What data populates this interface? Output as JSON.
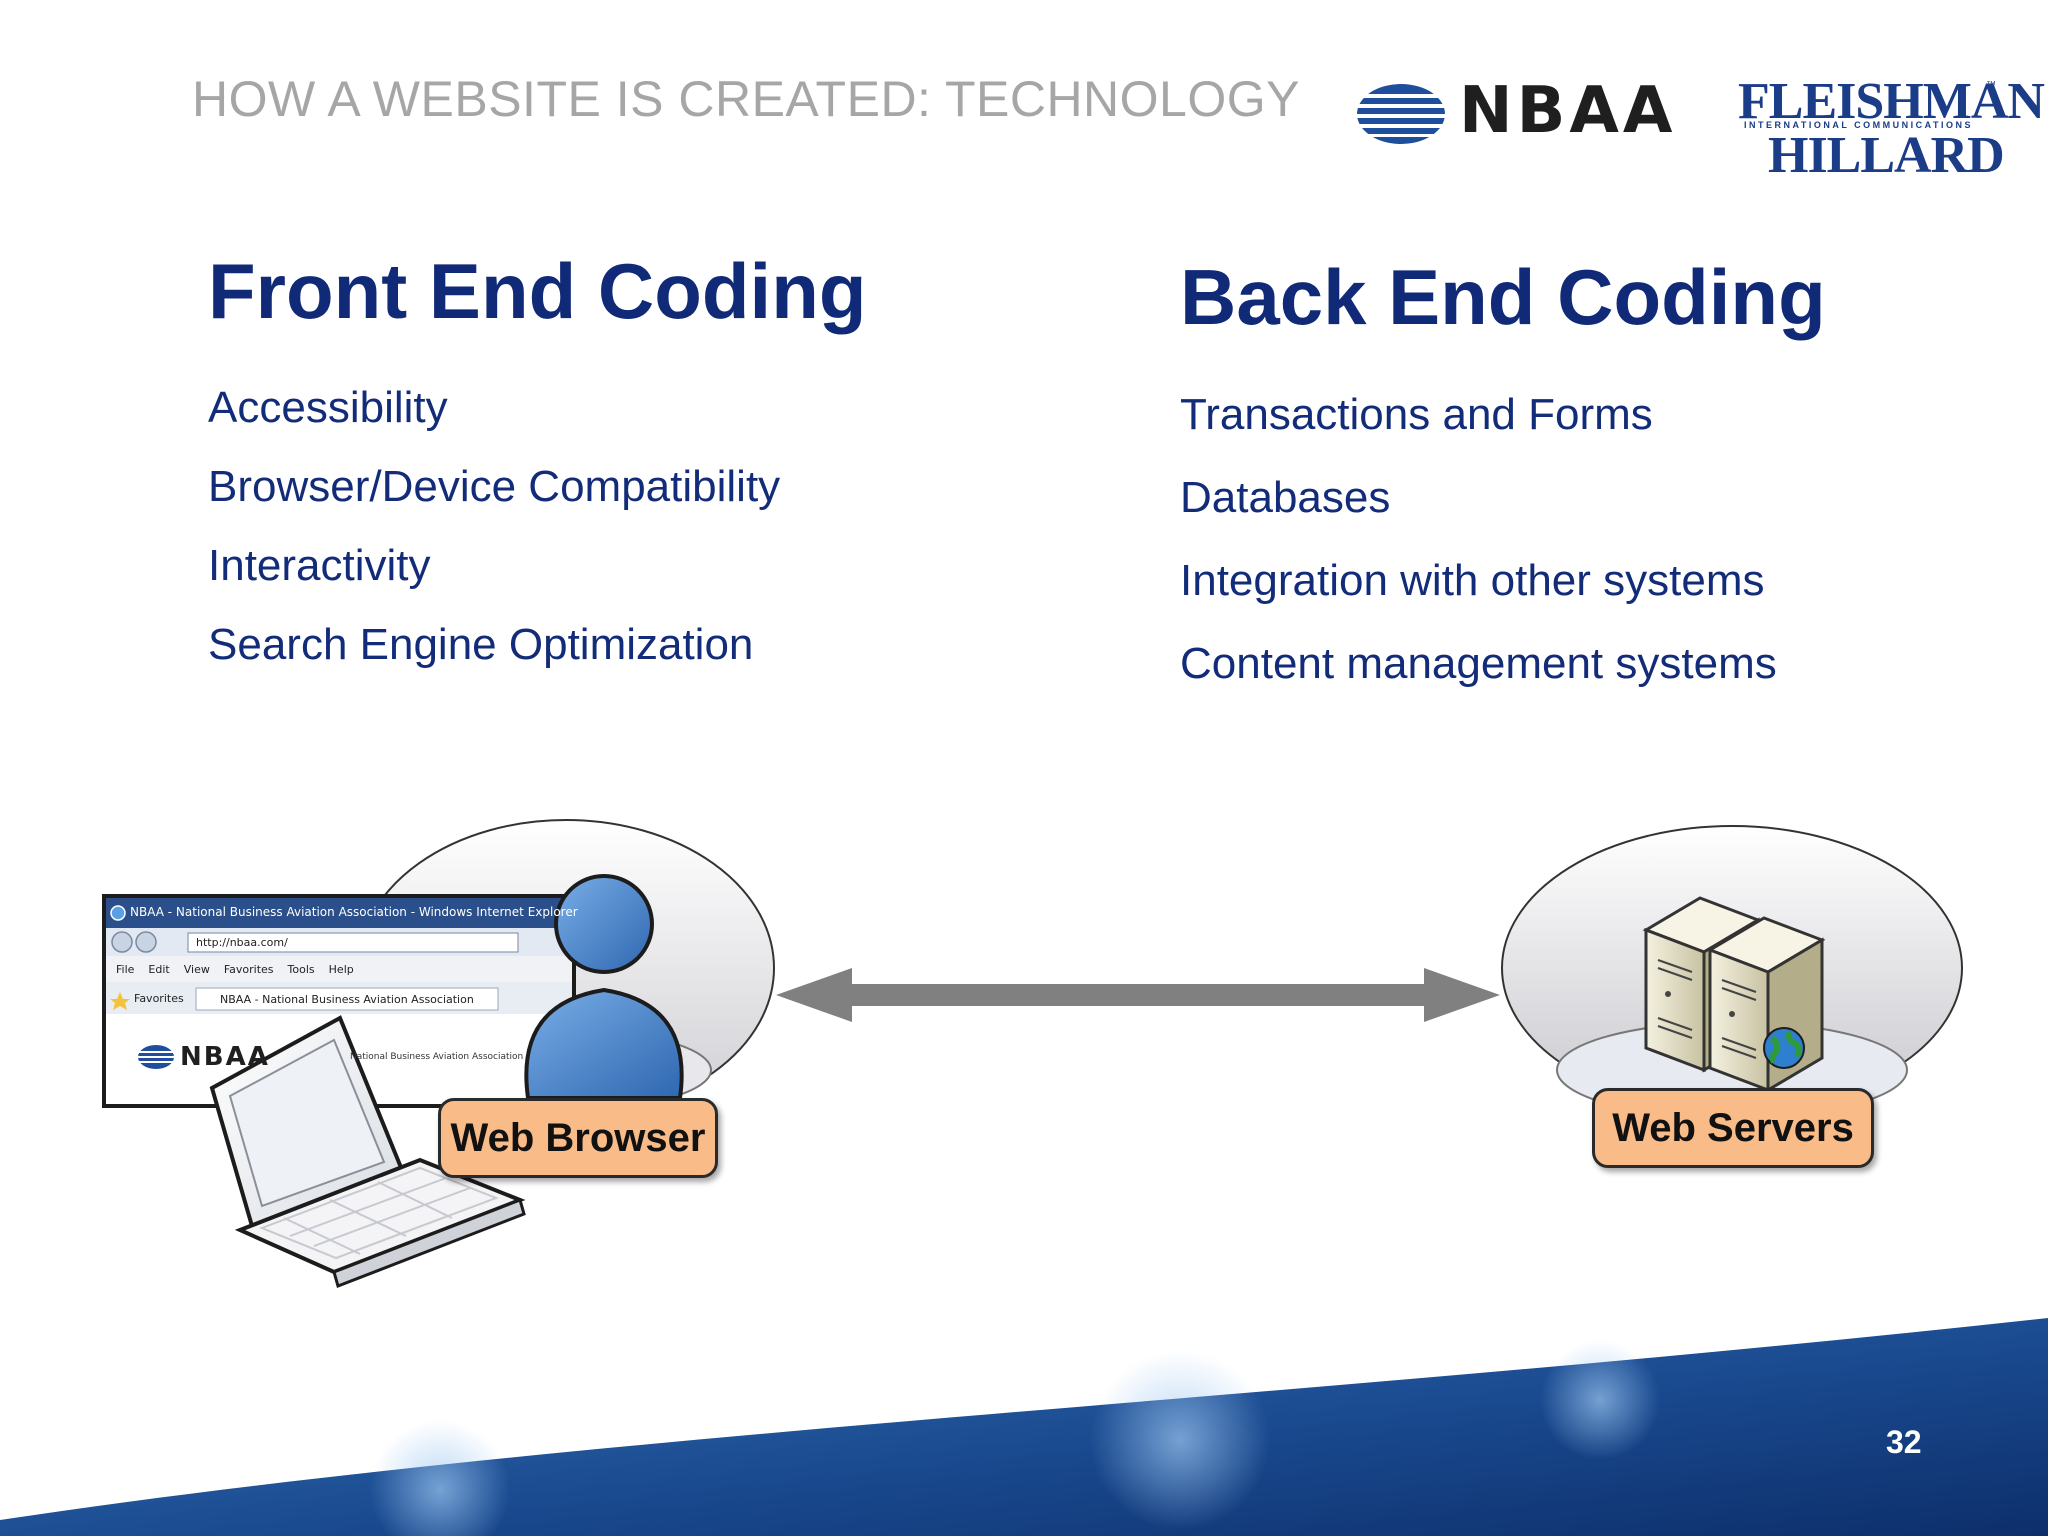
{
  "slide": {
    "title": "HOW A WEBSITE IS CREATED: TECHNOLOGY",
    "page_number": "32"
  },
  "logos": {
    "nbaa": "NBAA",
    "fleishman_top": "FLEISHMAN",
    "fleishman_tm": "™",
    "fleishman_mid": "INTERNATIONAL COMMUNICATIONS",
    "fleishman_bottom": "HILLARD"
  },
  "front_end": {
    "heading": "Front End Coding",
    "items": [
      "Accessibility",
      "Browser/Device Compatibility",
      "Interactivity",
      "Search Engine Optimization"
    ]
  },
  "back_end": {
    "heading": "Back End Coding",
    "items": [
      "Transactions and Forms",
      "Databases",
      "Integration with other systems",
      "Content management systems"
    ]
  },
  "diagram": {
    "browser_label": "Web Browser",
    "server_label": "Web Servers",
    "ie_window": {
      "title": "NBAA - National Business Aviation Association - Windows Internet Explorer",
      "address": "http://nbaa.com/",
      "menu": [
        "File",
        "Edit",
        "View",
        "Favorites",
        "Tools",
        "Help"
      ],
      "favorites_label": "Favorites",
      "tab_label": "NBAA - National Business Aviation Association",
      "page_logo": "NBAA",
      "page_tagline": "National Business Aviation Association"
    }
  },
  "colors": {
    "heading_blue": "#102a78",
    "title_gray": "#a6a6a6",
    "label_orange": "#f9bb88",
    "arrow_gray": "#808080",
    "footer_blue": "#1d4f96"
  }
}
